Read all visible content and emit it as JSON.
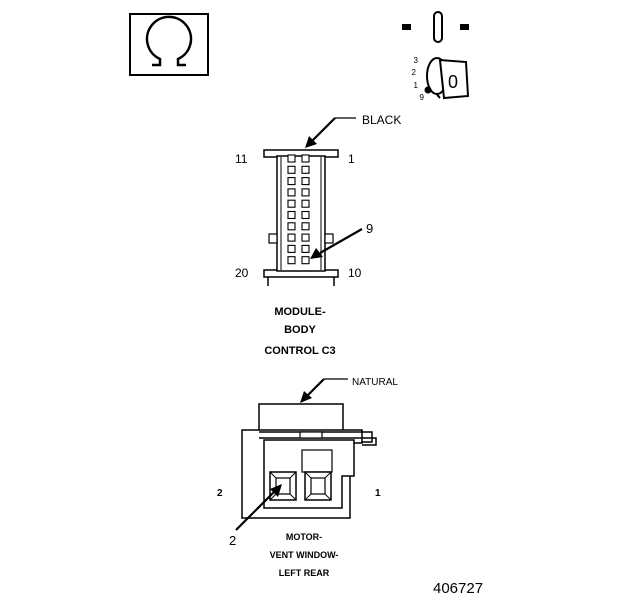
{
  "ignition_indicator": {
    "positions": [
      "3",
      "2",
      "1",
      "9"
    ],
    "key_label": "0"
  },
  "connector_c3": {
    "color_label": "BLACK",
    "pin_labels": {
      "top_left": "11",
      "top_right": "1",
      "bottom_left": "20",
      "bottom_right": "10"
    },
    "callout_pin": "9",
    "name_lines": [
      "MODULE-",
      "BODY",
      "CONTROL C3"
    ]
  },
  "connector_motor": {
    "color_label": "NATURAL",
    "pin_labels": {
      "left": "2",
      "right": "1"
    },
    "callout_pin": "2",
    "name_lines": [
      "MOTOR-",
      "VENT WINDOW-",
      "LEFT REAR"
    ]
  },
  "figure_number": "406727"
}
